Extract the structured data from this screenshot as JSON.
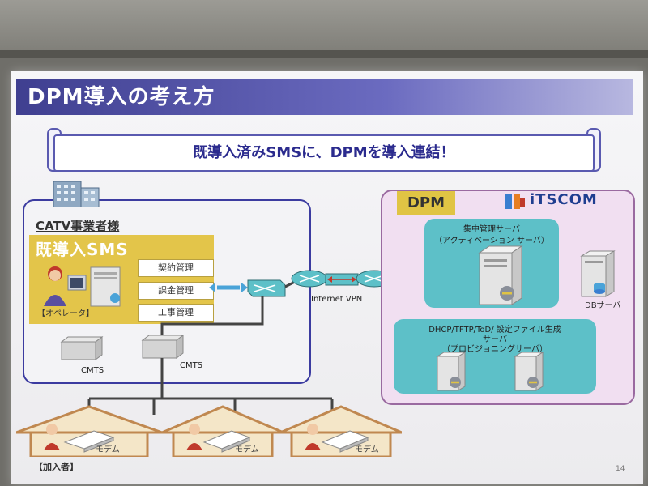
{
  "slide": {
    "title": "DPM導入の考え方",
    "banner": "既導入済みSMSに、DPMを導入連結！",
    "catv_label": "CATV事業者様",
    "sms_label": "既導入SMS",
    "sms_items": [
      "契約管理",
      "課金管理",
      "工事管理"
    ],
    "operator_label": "【オペレータ】",
    "cmts_labels": [
      "CMTS",
      "CMTS"
    ],
    "network_label": "Internet VPN",
    "dpm_label": "DPM",
    "brand": "iTSCOM",
    "central_server": {
      "title": "集中管理サーバ",
      "subtitle": "（アクティベーション サーバ）"
    },
    "db_server": "DBサーバ",
    "provisioning_server": {
      "title": "DHCP/TFTP/ToD/ 設定ファイル生成",
      "title2": "サーバ",
      "subtitle": "（プロビジョニングサーバ）"
    },
    "modem_labels": [
      "モデム",
      "モデム",
      "モデム"
    ],
    "member_label": "【加入者】",
    "page_number": "14"
  },
  "colors": {
    "title_bar": "#3f3f90",
    "banner_text": "#2b2b8e",
    "sms_bg": "#e3c54a",
    "dpm_bg": "#f1dff1",
    "server_box": "#5dc0c8",
    "house_roof": "#d8a56a"
  },
  "icons": [
    "building-icon",
    "operator-icon",
    "server-icon",
    "switch-icon",
    "router-icon",
    "house-icon",
    "modem-icon",
    "user-icon",
    "itscom-logo-icon"
  ]
}
